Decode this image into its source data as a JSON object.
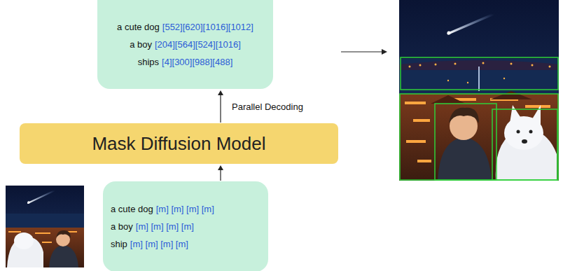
{
  "diagram": {
    "nodes": [
      {
        "text": [
          "a cute dog",
          "[552][620][1016][1012]",
          "a boy",
          "[204][564][524][1016]",
          "ships",
          "[4][300][988][488]"
        ]
      },
      {
        "text": [
          "Mask Diffusion Model"
        ]
      },
      {
        "text": [
          "a cute dog",
          "[m] [m] [m] [m]",
          "a boy",
          "[m] [m] [m] [m]",
          "ship",
          "[m] [m] [m] [m]"
        ]
      }
    ],
    "edges": [
      {
        "from": 2,
        "to": 1,
        "arrow": "to"
      },
      {
        "from": 1,
        "to": 0,
        "label": "Parallel Decoding",
        "arrow": "to"
      }
    ]
  }
}
